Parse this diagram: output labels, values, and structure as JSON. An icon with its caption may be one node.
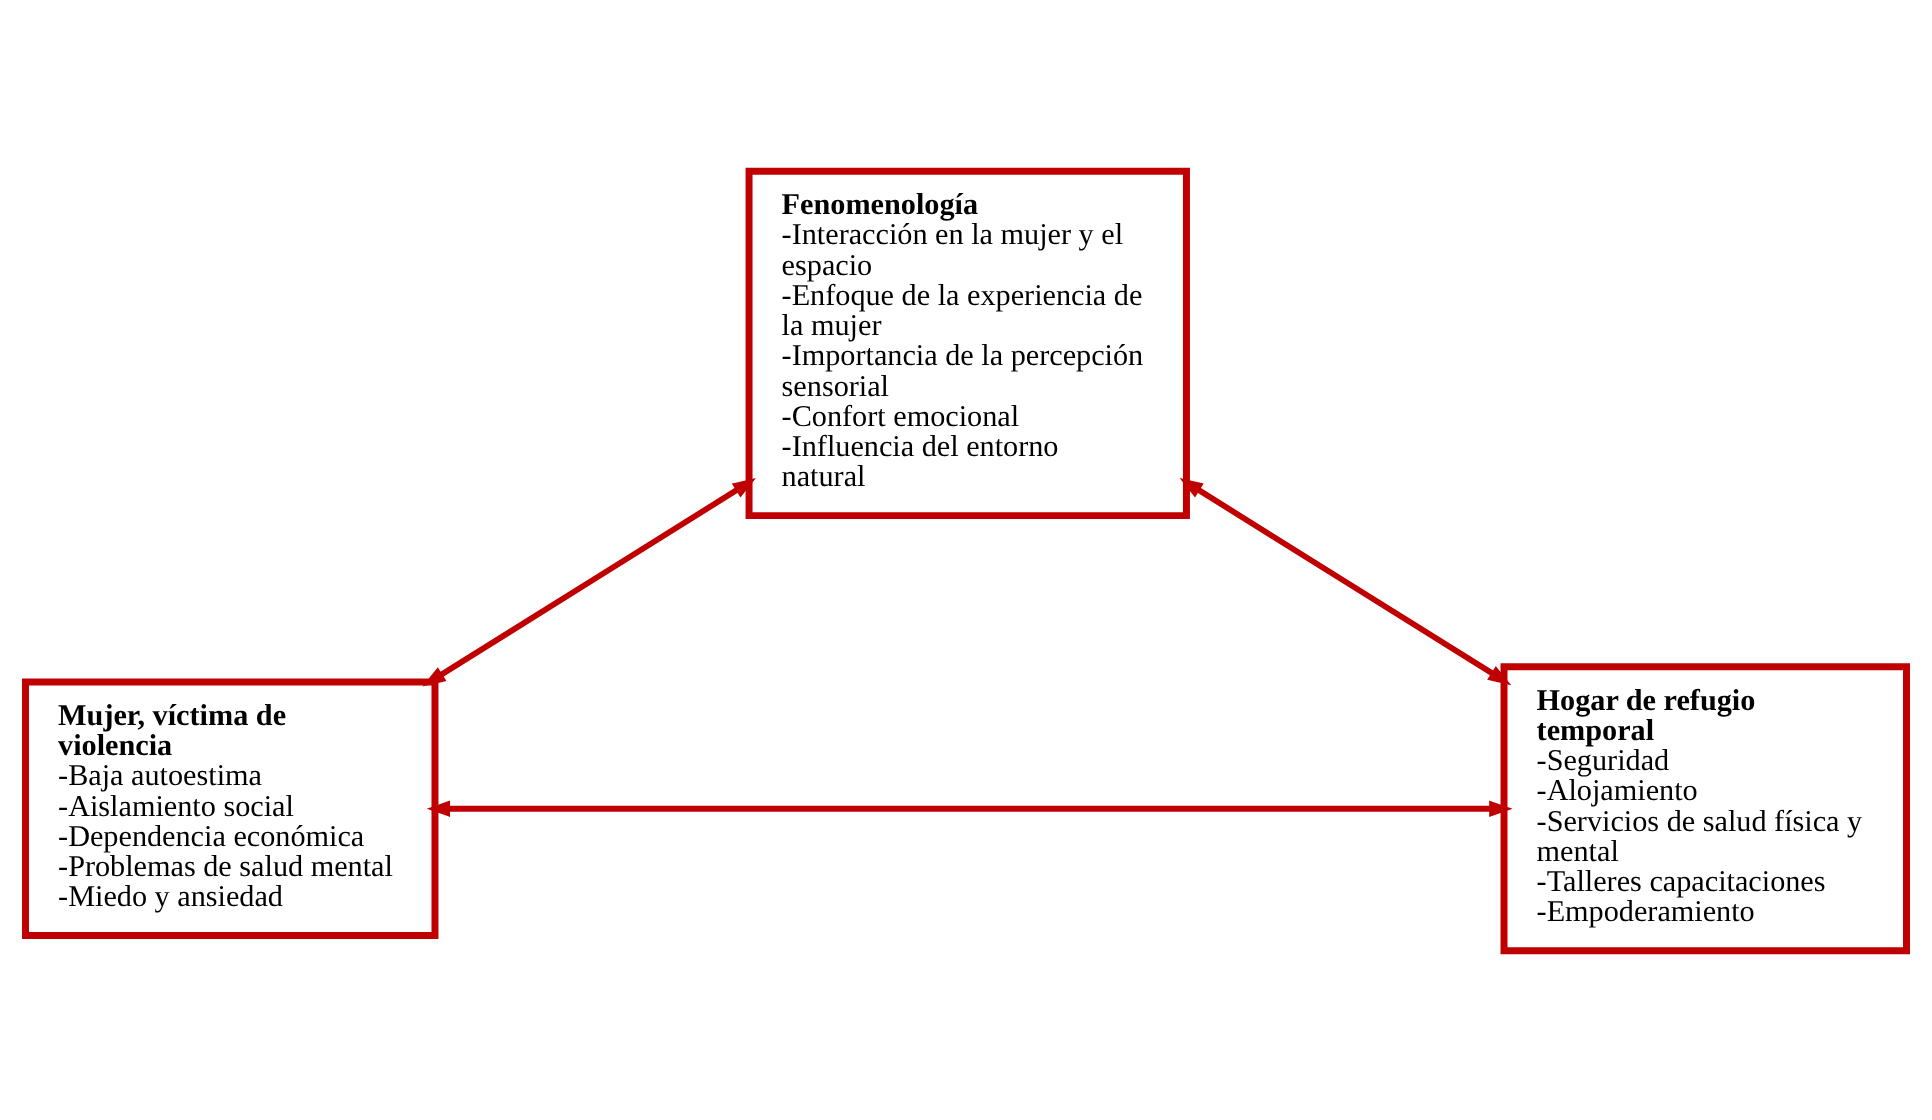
{
  "diagram": {
    "nodes": [
      {
        "text": [
          "Fenomenología",
          "-Interacción en la mujer y el espacio -Enfoque de la experiencia de la mujer -Importancia de la percepción sensorial -Confort emocional -Influencia del entorno natural"
        ]
      },
      {
        "text": [
          "Mujer, víctima de violencia",
          "-Baja autoestima -Aislamiento social -Dependencia económica -Problemas de salud mental -Miedo y ansiedad"
        ]
      },
      {
        "text": [
          "Hogar de refugio temporal",
          "-Seguridad -Alojamiento -Servicios de salud física y mental -Talleres capacitaciones -Empoderamiento"
        ]
      }
    ],
    "edges": [
      {
        "from": 0,
        "to": 1,
        "arrow": "both"
      },
      {
        "from": 0,
        "to": 2,
        "arrow": "both"
      },
      {
        "from": 1,
        "to": 2,
        "arrow": "both"
      }
    ]
  }
}
